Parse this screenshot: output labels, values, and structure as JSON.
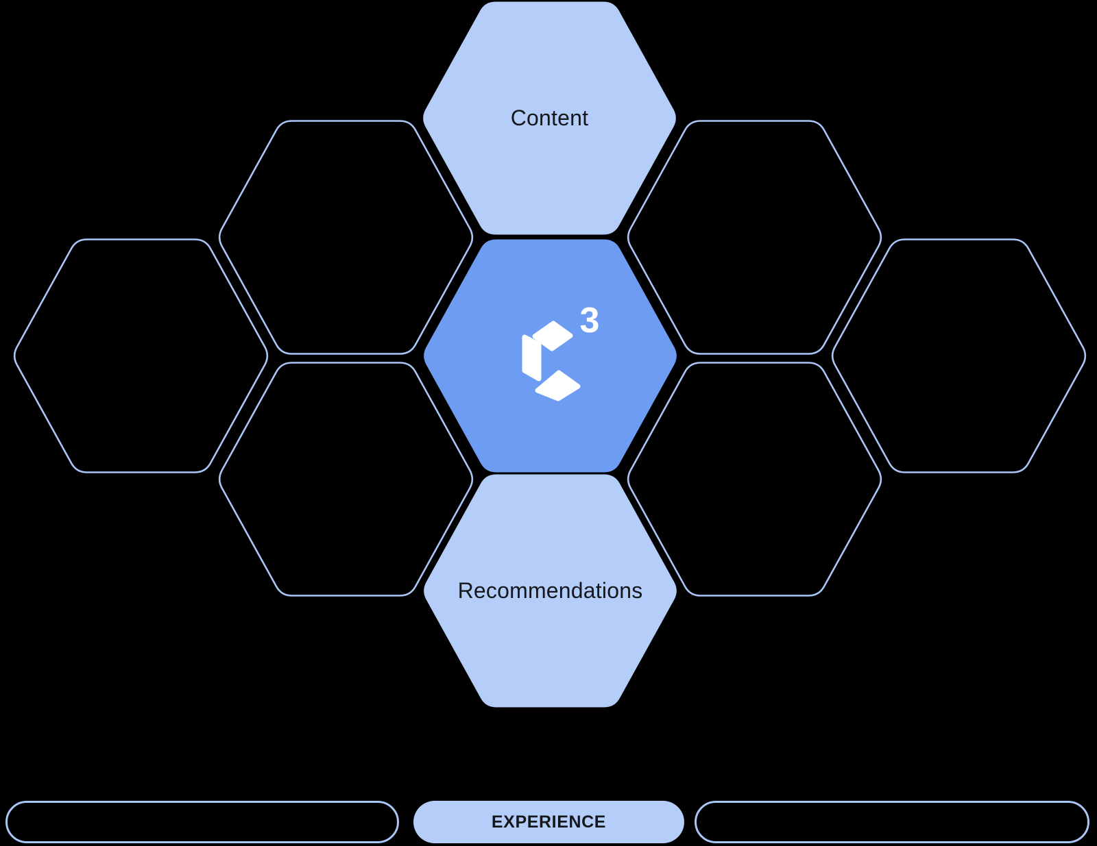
{
  "diagram": {
    "background": "#000000",
    "colors": {
      "accent_fill": "#6d9cf2",
      "light_fill": "#b5cdf9",
      "outline": "#a9c6f7",
      "label_text": "#14171c",
      "logo_white": "#ffffff"
    },
    "hexagons": {
      "content": {
        "label": "Content",
        "style": "light-filled"
      },
      "center": {
        "label": "",
        "style": "accent-filled",
        "contains": "c3-logo"
      },
      "recommendations": {
        "label": "Recommendations",
        "style": "light-filled"
      },
      "outlined_empty": [
        "far-left",
        "upper-left",
        "lower-left",
        "upper-right",
        "lower-right",
        "far-right"
      ]
    },
    "logo": {
      "name": "c3-logo",
      "superscript": "3"
    },
    "pills": {
      "left": {
        "label": "",
        "style": "outline"
      },
      "experience": {
        "label": "EXPERIENCE",
        "style": "light-filled"
      },
      "right": {
        "label": "",
        "style": "outline"
      }
    }
  }
}
